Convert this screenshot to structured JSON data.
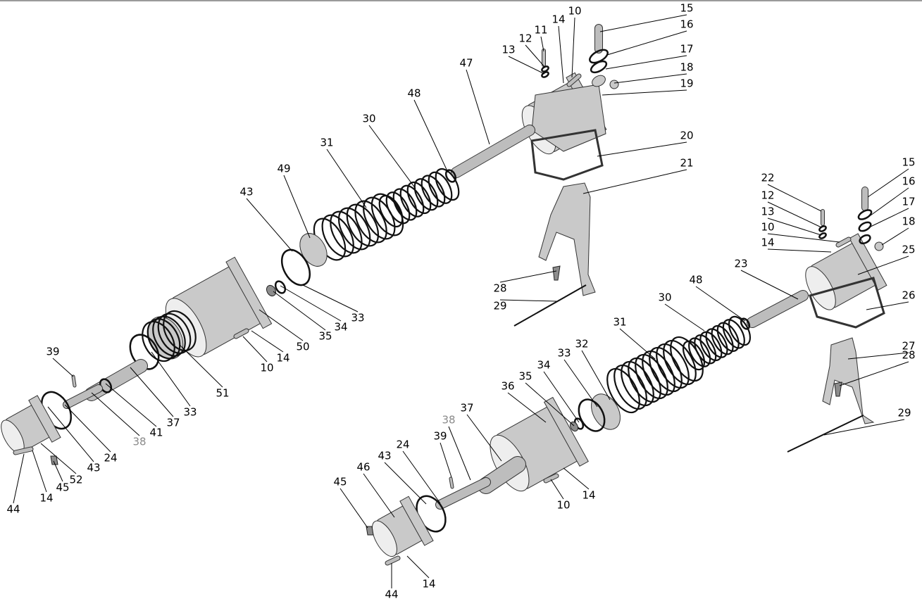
{
  "title": "Exploded view of shift mechanism assemblies",
  "labels": [
    "15",
    "16",
    "17",
    "18",
    "19",
    "10",
    "14",
    "11",
    "12",
    "13",
    "47",
    "48",
    "30",
    "31",
    "49",
    "43",
    "33",
    "34",
    "35",
    "50",
    "14",
    "10",
    "51",
    "33",
    "37",
    "41",
    "38",
    "24",
    "43",
    "52",
    "45",
    "14",
    "44",
    "39",
    "20",
    "21",
    "28",
    "29",
    "22",
    "12",
    "13",
    "10",
    "14",
    "15",
    "16",
    "17",
    "18",
    "25",
    "26",
    "23",
    "48",
    "30",
    "31",
    "32",
    "33",
    "34",
    "35",
    "36",
    "37",
    "38",
    "39",
    "24",
    "43",
    "46",
    "45",
    "10",
    "14",
    "44",
    "14",
    "27",
    "28",
    "29"
  ],
  "colors": {
    "line": "#000000",
    "part": "#c9c9c9",
    "dim_label": "#8a8a8a"
  }
}
